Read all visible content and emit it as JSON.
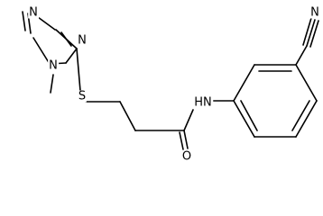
{
  "molecule": {
    "atom_labels": {
      "triazole_n1": "N",
      "triazole_n2": "N",
      "triazole_n4": "N",
      "thioether_s": "S",
      "amide_nh": "HN",
      "carbonyl_o": "O",
      "nitrile_n": "N"
    }
  },
  "colors": {
    "bond": "#000000",
    "label": "#000000",
    "background": "#ffffff"
  }
}
